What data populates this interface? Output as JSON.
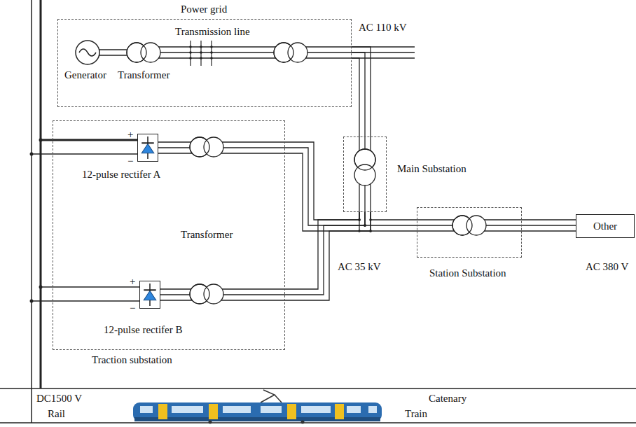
{
  "diagram": {
    "nodes": [
      {
        "text": [
          "Power grid"
        ]
      },
      {
        "text": [
          "Traction substation"
        ]
      },
      {
        "text": [
          "12-pulse rectifer A"
        ],
        "in": 1
      },
      {
        "text": [
          "12-pulse rectifer B"
        ],
        "in": 1
      },
      {
        "text": [
          "Main Substation"
        ]
      },
      {
        "text": [
          "Station Substation"
        ]
      },
      {
        "text": [
          "Other"
        ]
      }
    ],
    "edges": [
      {
        "from": 0,
        "to": 4,
        "arrow": "none"
      },
      {
        "from": 4,
        "to": 5,
        "arrow": "none"
      },
      {
        "from": 5,
        "to": 6,
        "arrow": "none"
      },
      {
        "from": 4,
        "to": 2,
        "arrow": "none"
      },
      {
        "from": 4,
        "to": 3,
        "arrow": "none"
      }
    ],
    "labels": [
      "Transmission line",
      "AC 110 kV",
      "Generator",
      "Transformer",
      "+",
      "−",
      "Transformer",
      "+",
      "−",
      "AC 35 kV",
      "AC 380 V",
      "DC1500 V",
      "Catenary",
      "Rail",
      "Train"
    ]
  }
}
